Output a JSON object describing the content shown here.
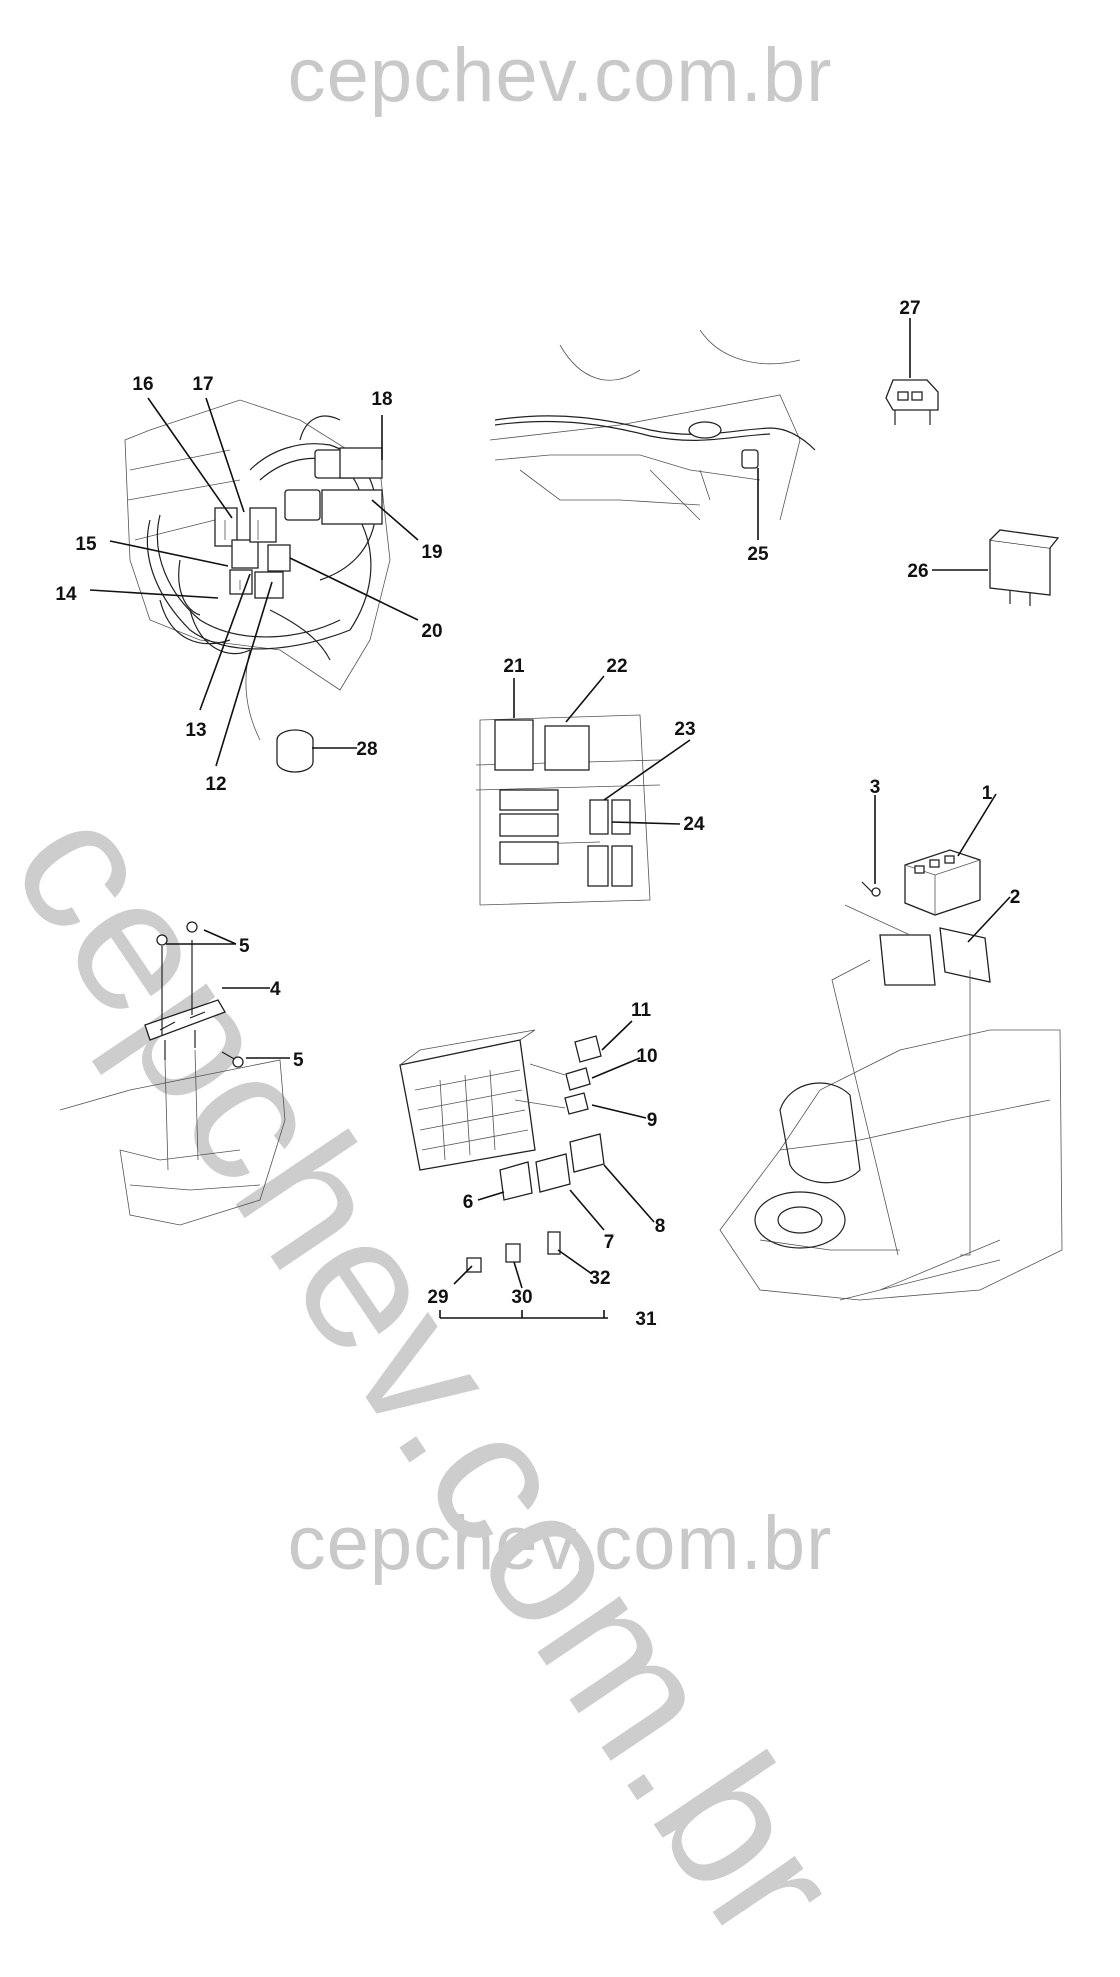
{
  "watermark": {
    "top": "cepchev.com.br",
    "bottom": "cepchev.com.br",
    "diagonal": "cepchev.com.br"
  },
  "callouts": {
    "n1": "1",
    "n2": "2",
    "n3": "3",
    "n4": "4",
    "n5a": "5",
    "n5b": "5",
    "n6": "6",
    "n7": "7",
    "n8": "8",
    "n9": "9",
    "n10": "10",
    "n11": "11",
    "n12": "12",
    "n13": "13",
    "n14": "14",
    "n15": "15",
    "n16": "16",
    "n17": "17",
    "n18": "18",
    "n19": "19",
    "n20": "20",
    "n21": "21",
    "n22": "22",
    "n23": "23",
    "n24": "24",
    "n25": "25",
    "n26": "26",
    "n27": "27",
    "n28": "28",
    "n29": "29",
    "n30": "30",
    "n31": "31",
    "n32": "32"
  }
}
